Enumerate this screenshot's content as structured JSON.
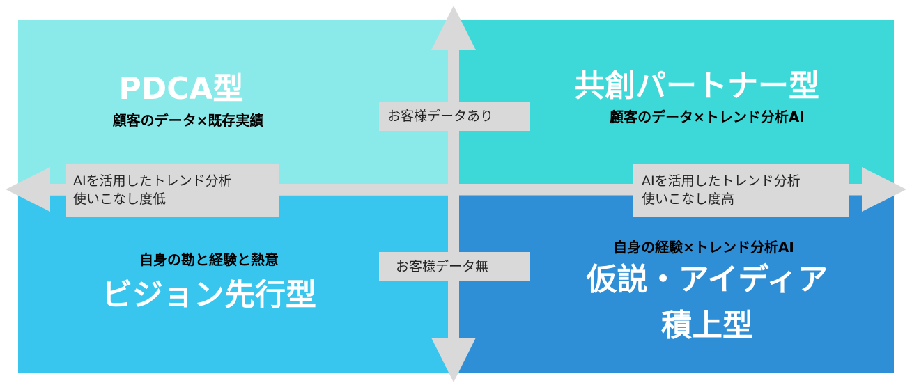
{
  "colors": {
    "top_left": "#8ae9e9",
    "top_right": "#3dd9d9",
    "bottom_left": "#38c6ef",
    "bottom_right": "#2e8fd6",
    "axis": "#d9d9d9",
    "title_text": "#ffffff",
    "subtitle_text": "#000000"
  },
  "quadrants": {
    "top_left": {
      "title": "PDCA型",
      "subtitle": "顧客のデータ×既存実績"
    },
    "top_right": {
      "title": "共創パートナー型",
      "subtitle": "顧客のデータ×トレンド分析AI"
    },
    "bottom_left": {
      "subtitle": "自身の勘と経験と熱意",
      "title": "ビジョン先行型"
    },
    "bottom_right": {
      "subtitle": "自身の経験×トレンド分析AI",
      "title_line1": "仮説・アイディア",
      "title_line2": "積上型"
    }
  },
  "axis_labels": {
    "top": "お客様データあり",
    "bottom": "お客様データ無",
    "left_line1": "AIを活用したトレンド分析",
    "left_line2": "使いこなし度低",
    "right_line1": "AIを活用したトレンド分析",
    "right_line2": "使いこなし度高"
  }
}
